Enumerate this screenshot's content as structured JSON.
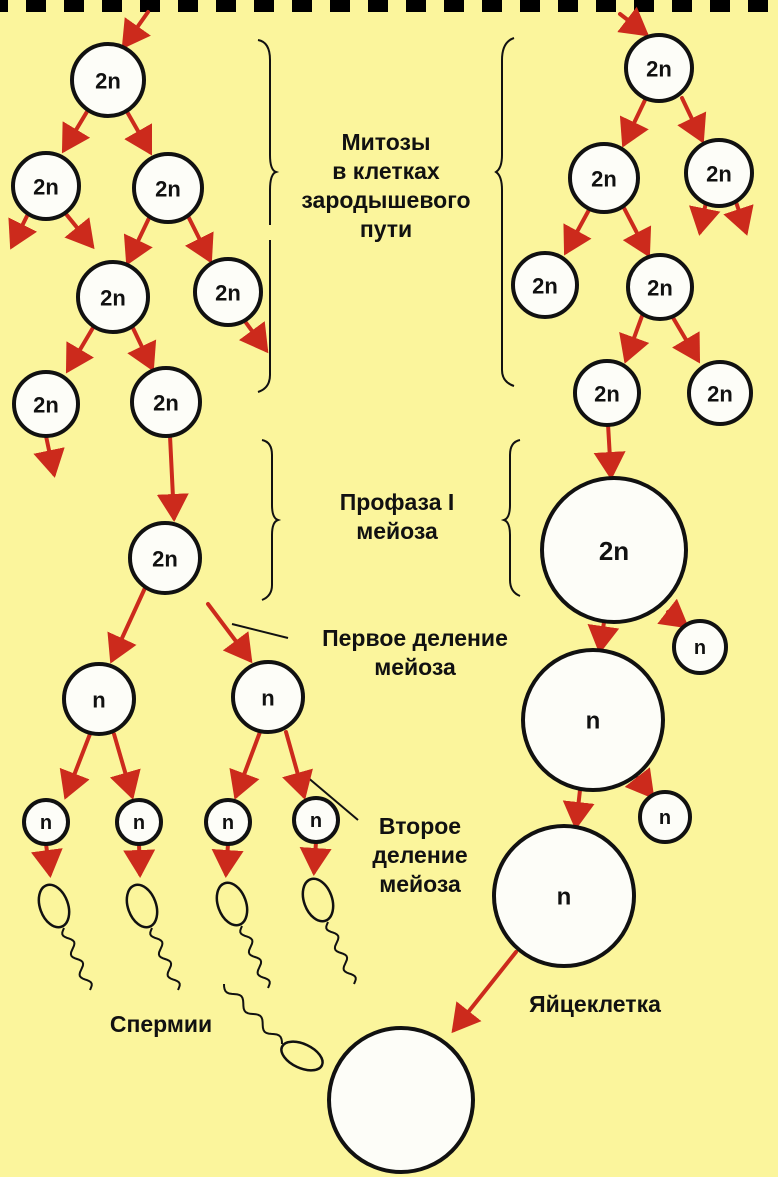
{
  "labels": {
    "mitosis": "Митозы\nв клетках\nзародышевого\nпути",
    "prophase": "Профаза I\nмейоза",
    "meiosis1": "Первое деление\nмейоза",
    "meiosis2": "Второе\nделение\nмейоза",
    "sperm": "Спермии",
    "egg": "Яйцеклетка"
  },
  "cell_text": {
    "diploid": "2n",
    "haploid": "n"
  },
  "colors": {
    "background": "#fbf59c",
    "arrow": "#cc2a1c",
    "cell_fill": "#fdfdf8",
    "outline": "#111111"
  }
}
